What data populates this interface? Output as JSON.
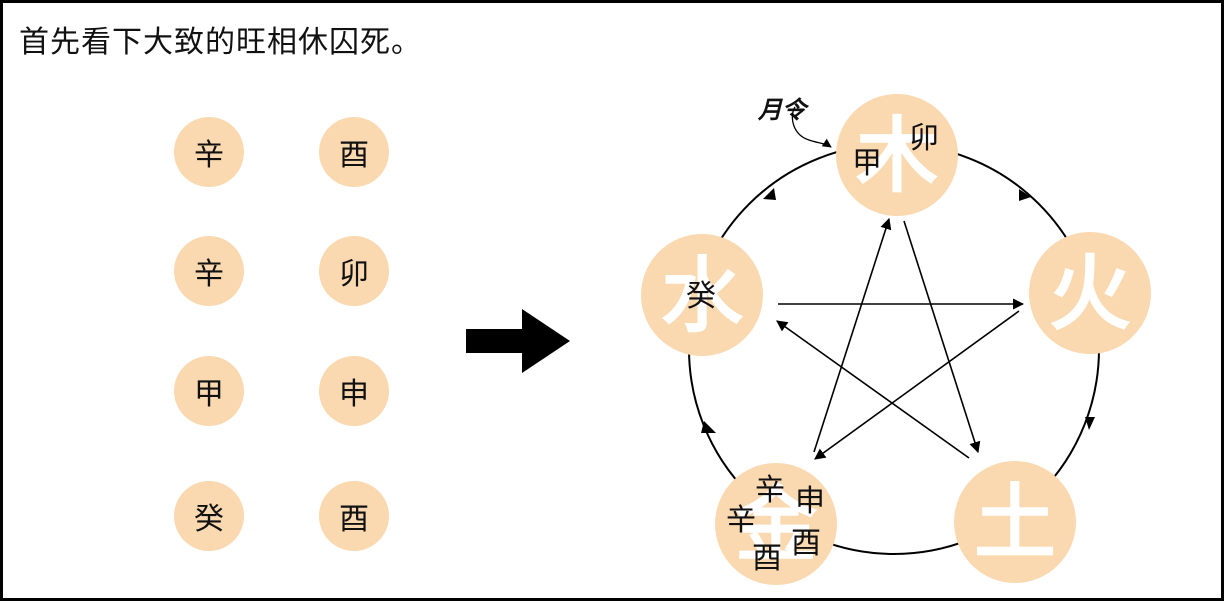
{
  "title": "首先看下大致的旺相休囚死。",
  "colors": {
    "circle_fill": "#FAD9B0",
    "line": "#000000"
  },
  "pillars": [
    {
      "stem": "辛",
      "branch": "酉"
    },
    {
      "stem": "辛",
      "branch": "卯"
    },
    {
      "stem": "甲",
      "branch": "申"
    },
    {
      "stem": "癸",
      "branch": "酉"
    }
  ],
  "arrow_icon": "right-arrow-icon",
  "wuxing": {
    "annotation": "月令",
    "elements": [
      {
        "id": "wood",
        "name": "木",
        "chars": [
          "甲",
          "卯"
        ]
      },
      {
        "id": "fire",
        "name": "火",
        "chars": []
      },
      {
        "id": "earth",
        "name": "土",
        "chars": []
      },
      {
        "id": "metal",
        "name": "金",
        "chars": [
          "辛",
          "申",
          "辛",
          "酉",
          "酉"
        ]
      },
      {
        "id": "water",
        "name": "水",
        "chars": [
          "癸"
        ]
      }
    ]
  }
}
